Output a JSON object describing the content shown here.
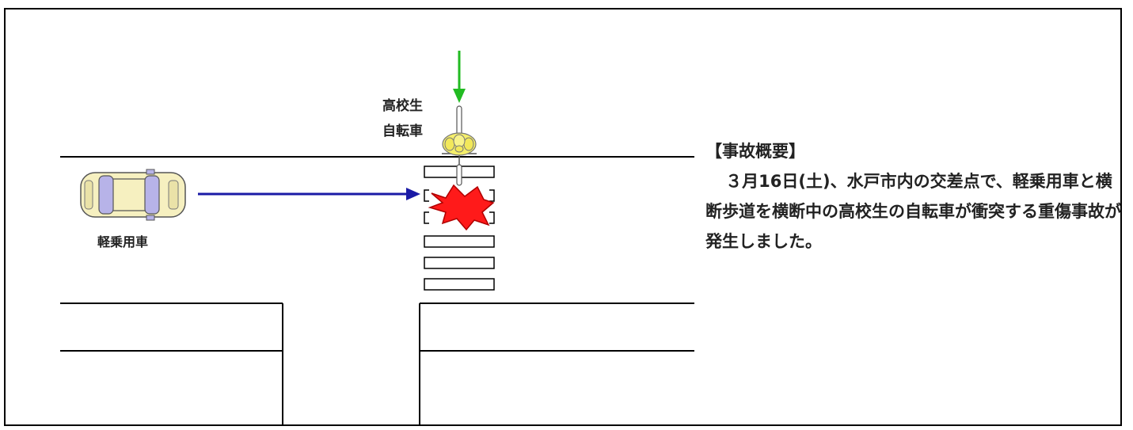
{
  "labels": {
    "student_line1": "高校生",
    "student_line2": "自転車",
    "car": "軽乗用車"
  },
  "summary": {
    "heading": "【事故概要】",
    "body": "３月16日(土)、水戸市内の交差点で、軽乗用車と横断歩道を横断中の高校生の自転車が衝突する重傷事故が発生しました。"
  },
  "icons": {
    "car": "car-icon",
    "bicycle": "bicycle-icon",
    "collision": "collision-burst-icon",
    "car_path": "blue-arrow-icon",
    "bicycle_path": "green-arrow-icon"
  },
  "colors": {
    "car_arrow": "#1a1aa6",
    "bicycle_arrow": "#22bb22",
    "collision": "#ff1a1a",
    "car_body": "#f6f0c0",
    "helmet": "#f5ef6a"
  }
}
